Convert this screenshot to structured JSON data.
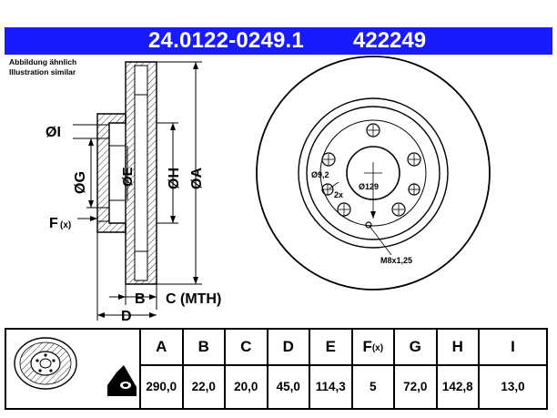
{
  "header": {
    "part_number": "24.0122-0249.1",
    "reference": "422249"
  },
  "note": {
    "line1": "Abbildung ähnlich",
    "line2": "Illustration similar"
  },
  "side_view": {
    "dim_I": "ØI",
    "dim_G": "ØG",
    "dim_E": "ØE",
    "dim_H": "ØH",
    "dim_A": "ØA",
    "dim_F": "F",
    "dim_F_sub": "(x)",
    "dim_B": "B",
    "dim_C": "C (MTH)",
    "dim_D": "D"
  },
  "front_view": {
    "bolt_hole": "Ø9,2",
    "bolt_count": "2x",
    "pcd": "Ø129",
    "thread": "M8x1,25"
  },
  "table": {
    "columns": [
      {
        "key": "A",
        "label": "A",
        "value": "290,0"
      },
      {
        "key": "B",
        "label": "B",
        "value": "22,0"
      },
      {
        "key": "C",
        "label": "C",
        "value": "20,0"
      },
      {
        "key": "D",
        "label": "D",
        "value": "45,0"
      },
      {
        "key": "E",
        "label": "E",
        "value": "114,3"
      },
      {
        "key": "F",
        "label": "F",
        "sub": "(x)",
        "value": "5"
      },
      {
        "key": "G",
        "label": "G",
        "value": "72,0"
      },
      {
        "key": "H",
        "label": "H",
        "value": "142,8"
      },
      {
        "key": "I",
        "label": "I",
        "value": "13,0"
      }
    ]
  },
  "colors": {
    "banner": "#1a1aff",
    "ink": "#000000"
  }
}
